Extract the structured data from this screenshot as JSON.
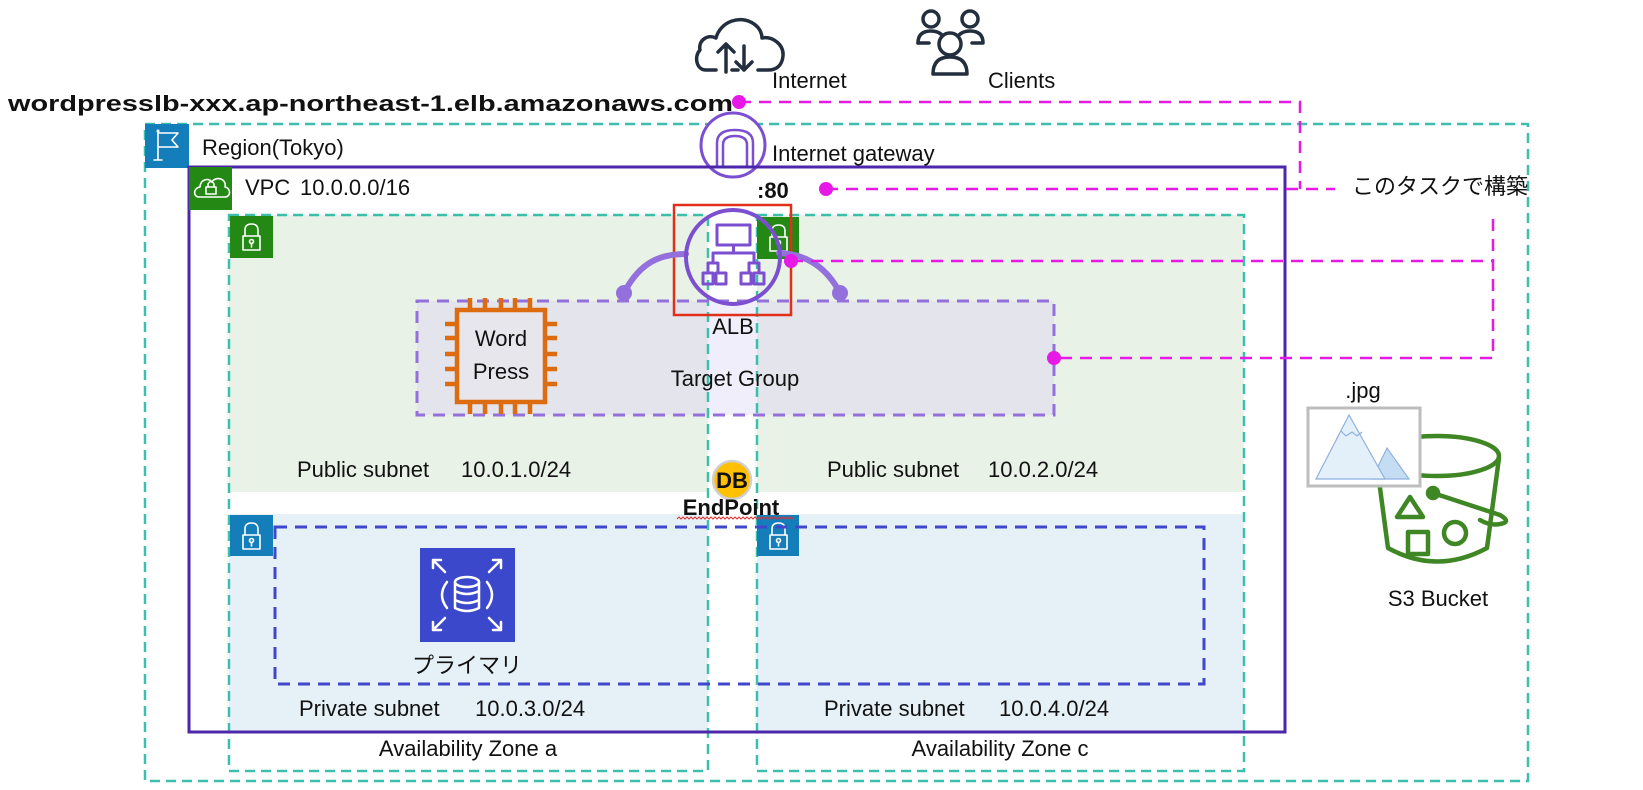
{
  "colors": {
    "region": "#3dbfad",
    "region_icon_bg": "#147eba",
    "vpc": "#4d27aa",
    "vpc_icon_bg": "#248814",
    "public_subnet_bg": "#e8f2e6",
    "public_subnet_icon_bg": "#248814",
    "private_subnet_bg": "#e6f0f7",
    "private_subnet_icon_bg": "#147eba",
    "target_group_fill": "#e4e4ec",
    "target_group_gap_fill": "#f1eefb",
    "target_group_border": "#9370db",
    "target_group_text": "#12708a",
    "alb": "#7b4fd0",
    "connector": "#9370db",
    "highlight_box": "#e0301a",
    "annotation": "#e619e6",
    "ec2": "#dd6b10",
    "rds": "#3b48cc",
    "rds_group": "#3f48cc",
    "s3": "#3f8624",
    "db_endpoint": "#ffc000",
    "dns_text": "#8a63d6",
    "port_text": "#9370db",
    "subnet_label": "#4b2aa8",
    "alb_label": "#555555"
  },
  "external": {
    "internet": {
      "label": "Internet",
      "icon": "internet-cloud-icon"
    },
    "clients": {
      "label": "Clients",
      "icon": "clients-users-icon"
    },
    "alb_dns_name": "wordpresslb-xxx.ap-northeast-1.elb.amazonaws.com"
  },
  "region": {
    "label": "Region(Tokyo)",
    "icon": "region-flag-icon"
  },
  "internet_gateway": {
    "label": "Internet gateway",
    "icon": "internet-gateway-icon"
  },
  "vpc": {
    "label": "VPC",
    "cidr": "10.0.0.0/16",
    "icon": "vpc-cloud-lock-icon"
  },
  "listener": {
    "port": ":80"
  },
  "annotation": {
    "text": "このタスクで構築"
  },
  "availability_zones": [
    {
      "label": "Availability Zone a"
    },
    {
      "label": "Availability Zone c"
    }
  ],
  "subnets": [
    {
      "type": "Public subnet",
      "cidr": "10.0.1.0/24",
      "zone": "a",
      "icon": "public-subnet-lock-icon"
    },
    {
      "type": "Public subnet",
      "cidr": "10.0.2.0/24",
      "zone": "c",
      "icon": "public-subnet-lock-icon"
    },
    {
      "type": "Private subnet",
      "cidr": "10.0.3.0/24",
      "zone": "a",
      "icon": "private-subnet-lock-icon"
    },
    {
      "type": "Private subnet",
      "cidr": "10.0.4.0/24",
      "zone": "c",
      "icon": "private-subnet-lock-icon"
    }
  ],
  "alb": {
    "label": "ALB",
    "icon": "load-balancer-icon"
  },
  "target_group": {
    "label": "Target Group"
  },
  "ec2": {
    "line1": "Word",
    "line2": "Press",
    "icon": "ec2-chip-icon"
  },
  "db_endpoint": {
    "badge": "DB",
    "label": "EndPoint"
  },
  "rds": {
    "label": "プライマリ",
    "icon": "rds-database-icon"
  },
  "s3": {
    "label": "S3 Bucket",
    "object_label": ".jpg",
    "icon": "s3-bucket-icon",
    "object_icon": "image-file-icon"
  }
}
